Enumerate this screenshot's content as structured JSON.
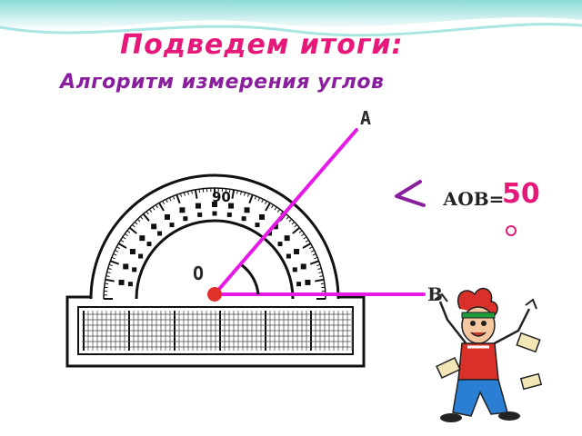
{
  "slide": {
    "title": "Подведем итоги:",
    "subtitle": "Алгоритм измерения углов"
  },
  "diagram": {
    "point_a": "A",
    "point_o": "O",
    "point_b": "B",
    "angle_name": "АОВ=",
    "angle_value": "50",
    "protractor_top_label": "90"
  },
  "colors": {
    "title": "#e6197a",
    "subtitle": "#8a1f9e",
    "rays": "#e619e6",
    "vertex": "#e0302a",
    "value": "#e6197a"
  },
  "icons": [
    "angle-symbol-icon",
    "vertex-dot-icon",
    "cartoon-student-icon"
  ]
}
